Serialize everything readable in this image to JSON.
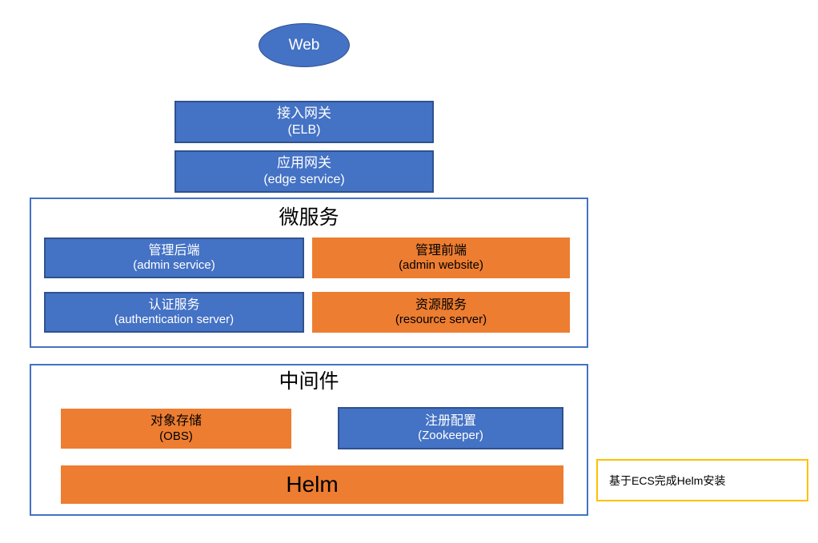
{
  "diagram": {
    "title": "microservice architecture layers",
    "colors": {
      "blue_fill": "#4472C4",
      "blue_border": "#2F528F",
      "orange_fill": "#ED7D31",
      "container_border": "#4472C4",
      "note_border": "#FFC000",
      "white_text": "#FFFFFF",
      "black_text": "#000000"
    }
  },
  "client": {
    "label": "Web"
  },
  "gateways": [
    {
      "name_cn": "接入网关",
      "name_en": "(ELB)"
    },
    {
      "name_cn": "应用网关",
      "name_en": "(edge service)"
    }
  ],
  "microservices": {
    "section_title": "微服务",
    "items": [
      {
        "name_cn": "管理后端",
        "name_en": "(admin service)",
        "style": "blue"
      },
      {
        "name_cn": "管理前端",
        "name_en": "(admin website)",
        "style": "orange"
      },
      {
        "name_cn": "认证服务",
        "name_en": "(authentication server)",
        "style": "blue"
      },
      {
        "name_cn": "资源服务",
        "name_en": "(resource server)",
        "style": "orange"
      }
    ]
  },
  "middleware": {
    "section_title": "中间件",
    "items": [
      {
        "name_cn": "对象存储",
        "name_en": "(OBS)",
        "style": "orange"
      },
      {
        "name_cn": "注册配置",
        "name_en": "(Zookeeper)",
        "style": "blue"
      }
    ],
    "platform": {
      "label": "Helm",
      "style": "orange"
    }
  },
  "annotations": [
    {
      "text": "基于ECS完成Helm安装"
    }
  ]
}
